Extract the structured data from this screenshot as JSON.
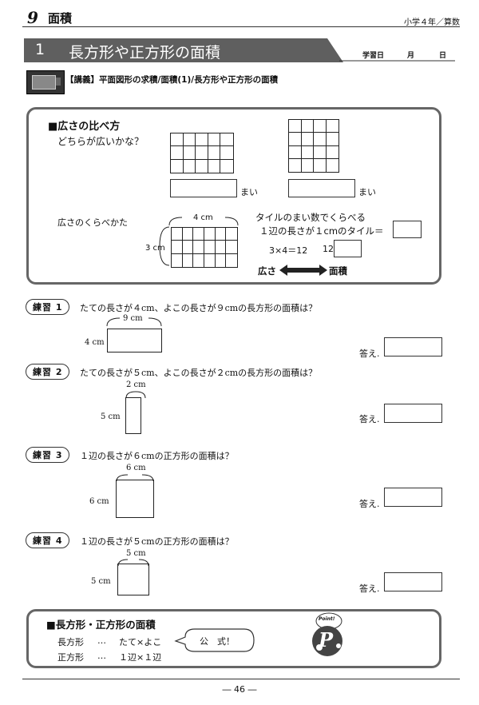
{
  "header": {
    "chapter_number": "9",
    "chapter_title": "面積",
    "grade": "小学４年／算数"
  },
  "section": {
    "number": "1",
    "title": "長方形や正方形の面積",
    "study_date_label": "学習日",
    "month_label": "月",
    "day_label": "日"
  },
  "lecture": {
    "text": "【講義】平面図形の求積/面積(1)/長方形や正方形の面積"
  },
  "compare": {
    "heading": "■広さの比べ方",
    "question": "どちらが広いかな？",
    "unit_left": "まい",
    "unit_right": "まい",
    "method_label": "広さのくらべかた",
    "width_label": "4 cm",
    "height_label": "3 cm",
    "tile_count_text": "タイルのまい数でくらべる",
    "tile_size_text": "１辺の長さが１cmのタイル＝",
    "formula": "3×4＝12",
    "result": "12",
    "area_from": "広さ",
    "area_to": "面積"
  },
  "exercises": [
    {
      "label": "練習 1",
      "question": "たての長さが４cm、よこの長さが９cmの長方形の面積は？",
      "top_label": "9 cm",
      "side_label": "4 cm",
      "answer_label": "答え."
    },
    {
      "label": "練習 2",
      "question": "たての長さが５cm、よこの長さが２cmの長方形の面積は？",
      "top_label": "2 cm",
      "side_label": "5 cm",
      "answer_label": "答え."
    },
    {
      "label": "練習 3",
      "question": "１辺の長さが６cmの正方形の面積は？",
      "top_label": "6 cm",
      "side_label": "6 cm",
      "answer_label": "答え."
    },
    {
      "label": "練習 4",
      "question": "１辺の長さが５cmの正方形の面積は？",
      "top_label": "5 cm",
      "side_label": "5 cm",
      "answer_label": "答え."
    }
  ],
  "summary": {
    "heading": "■長方形・正方形の面積",
    "rect_label": "長方形",
    "rect_dots": "…",
    "rect_formula": "たて×よこ",
    "square_label": "正方形",
    "square_dots": "…",
    "square_formula": "１辺×１辺",
    "bubble_text": "公　式！",
    "point_small": "Point!",
    "point_letter": "P"
  },
  "footer": {
    "page_number": "― 46 ―"
  }
}
